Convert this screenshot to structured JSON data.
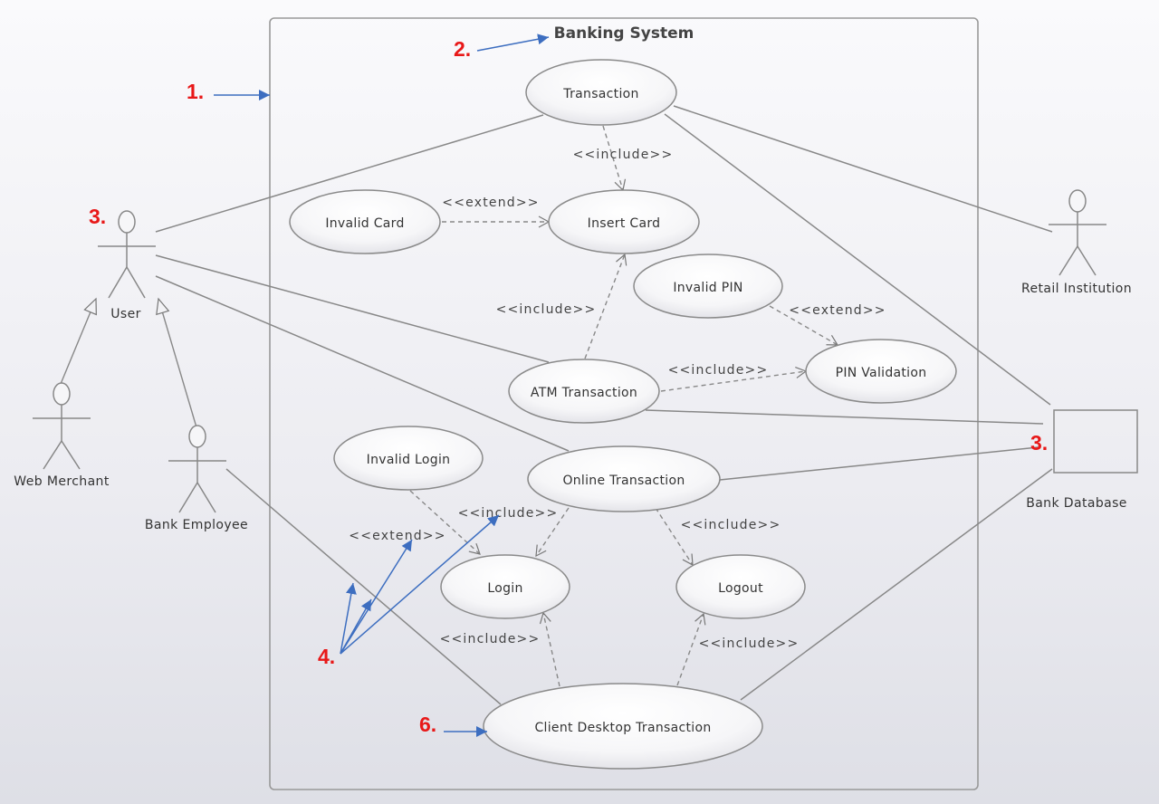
{
  "diagram": {
    "type": "UML use case diagram",
    "system_boundary": {
      "title": "Banking System"
    },
    "actors": [
      {
        "id": "user",
        "label": "User"
      },
      {
        "id": "web_merchant",
        "label": "Web Merchant"
      },
      {
        "id": "bank_employee",
        "label": "Bank Employee"
      },
      {
        "id": "retail_institution",
        "label": "Retail Institution"
      },
      {
        "id": "bank_database",
        "label": "Bank Database"
      }
    ],
    "use_cases": [
      {
        "id": "transaction",
        "label": "Transaction"
      },
      {
        "id": "insert_card",
        "label": "Insert Card"
      },
      {
        "id": "invalid_card",
        "label": "Invalid Card"
      },
      {
        "id": "invalid_pin",
        "label": "Invalid PIN"
      },
      {
        "id": "pin_validation",
        "label": "PIN Validation"
      },
      {
        "id": "atm_transaction",
        "label": "ATM Transaction"
      },
      {
        "id": "invalid_login",
        "label": "Invalid Login"
      },
      {
        "id": "online_transaction",
        "label": "Online Transaction"
      },
      {
        "id": "login",
        "label": "Login"
      },
      {
        "id": "logout",
        "label": "Logout"
      },
      {
        "id": "client_desktop_transaction",
        "label": "Client Desktop Transaction"
      }
    ],
    "generalizations": [
      {
        "from": "web_merchant",
        "to": "user"
      },
      {
        "from": "bank_employee",
        "to": "user"
      }
    ],
    "associations": [
      {
        "actor": "user",
        "use_case": "transaction"
      },
      {
        "actor": "user",
        "use_case": "atm_transaction"
      },
      {
        "actor": "user",
        "use_case": "online_transaction"
      },
      {
        "actor": "bank_employee",
        "use_case": "client_desktop_transaction"
      },
      {
        "actor": "retail_institution",
        "use_case": "transaction"
      },
      {
        "actor": "bank_database",
        "use_case": "transaction"
      },
      {
        "actor": "bank_database",
        "use_case": "atm_transaction"
      },
      {
        "actor": "bank_database",
        "use_case": "online_transaction"
      },
      {
        "actor": "bank_database",
        "use_case": "client_desktop_transaction"
      }
    ],
    "dependencies": [
      {
        "from": "transaction",
        "to": "insert_card",
        "stereotype": "<<include>>"
      },
      {
        "from": "invalid_card",
        "to": "insert_card",
        "stereotype": "<<extend>>"
      },
      {
        "from": "atm_transaction",
        "to": "insert_card",
        "stereotype": "<<include>>"
      },
      {
        "from": "invalid_pin",
        "to": "pin_validation",
        "stereotype": "<<extend>>"
      },
      {
        "from": "atm_transaction",
        "to": "pin_validation",
        "stereotype": "<<include>>"
      },
      {
        "from": "invalid_login",
        "to": "login",
        "stereotype": "<<extend>>"
      },
      {
        "from": "online_transaction",
        "to": "login",
        "stereotype": "<<include>>"
      },
      {
        "from": "online_transaction",
        "to": "logout",
        "stereotype": "<<include>>"
      },
      {
        "from": "client_desktop_transaction",
        "to": "login",
        "stereotype": "<<include>>"
      },
      {
        "from": "client_desktop_transaction",
        "to": "logout",
        "stereotype": "<<include>>"
      }
    ]
  },
  "annotations": [
    {
      "id": "a1",
      "label": "1.",
      "target": "system boundary"
    },
    {
      "id": "a2",
      "label": "2.",
      "target": "system title"
    },
    {
      "id": "a3_user",
      "label": "3.",
      "target": "User actor"
    },
    {
      "id": "a3_db",
      "label": "3.",
      "target": "Bank Database actor"
    },
    {
      "id": "a4",
      "label": "4.",
      "target": "relationship stereotypes"
    },
    {
      "id": "a6",
      "label": "6.",
      "target": "Client Desktop Transaction use case"
    }
  ],
  "colors": {
    "annotation_text": "#e81818",
    "annotation_arrow": "#3d6ec0",
    "line": "#888888",
    "use_case_fill": "#ffffff"
  }
}
